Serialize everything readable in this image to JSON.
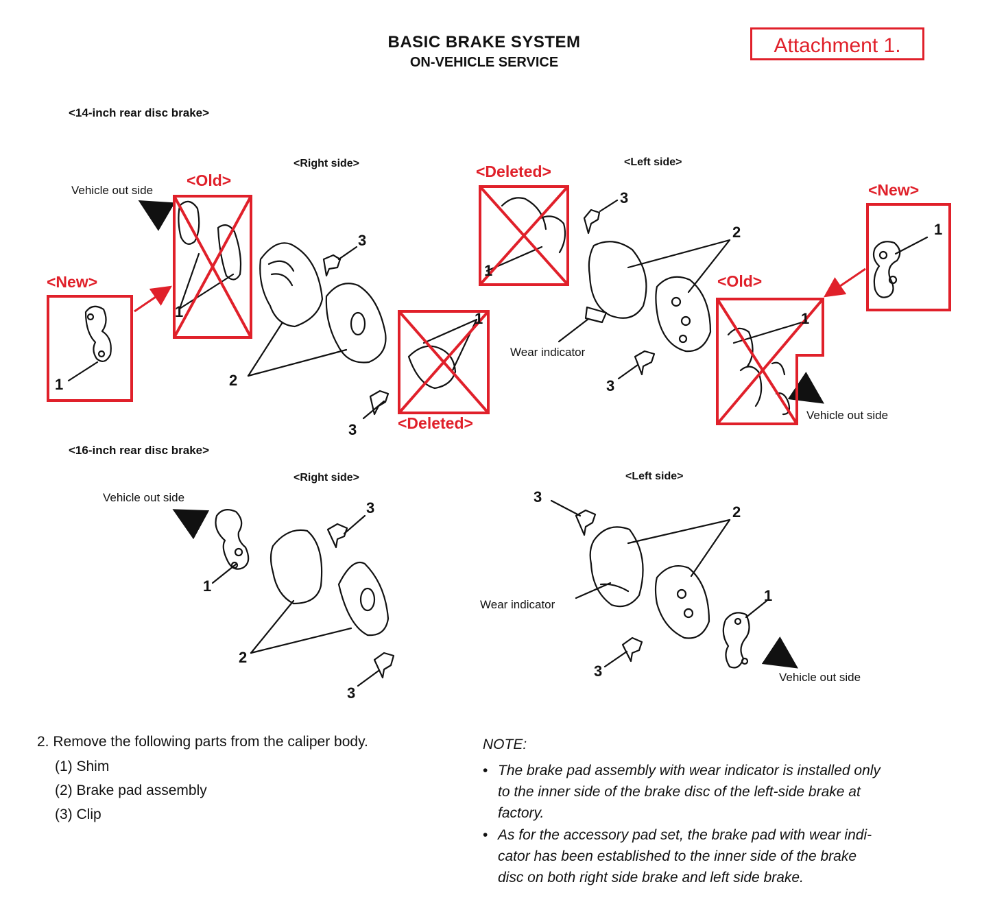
{
  "header": {
    "title": "BASIC BRAKE SYSTEM",
    "subtitle": "ON-VEHICLE SERVICE",
    "attachment": "Attachment 1."
  },
  "section14": {
    "heading": "<14-inch rear disc brake>",
    "right_side": "<Right side>",
    "left_side": "<Left side>",
    "vehicle_out_side_right": "Vehicle out side",
    "vehicle_out_side_left": "Vehicle out side",
    "wear_indicator": "Wear indicator",
    "markers": {
      "old_right": "<Old>",
      "new_right": "<New>",
      "deleted_right": "<Deleted>",
      "deleted_left": "<Deleted>",
      "old_left": "<Old>",
      "new_left": "<New>"
    }
  },
  "section16": {
    "heading": "<16-inch rear disc brake>",
    "right_side": "<Right side>",
    "left_side": "<Left side>",
    "vehicle_out_side_right": "Vehicle out side",
    "vehicle_out_side_left": "Vehicle out side",
    "wear_indicator": "Wear indicator"
  },
  "callouts": {
    "n1": "1",
    "n2": "2",
    "n3": "3"
  },
  "instructions": {
    "step": "2. Remove the following parts from the caliper body.",
    "items": [
      "(1) Shim",
      "(2) Brake pad assembly",
      "(3) Clip"
    ]
  },
  "note": {
    "heading": "NOTE:",
    "bullets": [
      [
        "The brake pad assembly with wear indicator is installed only",
        "to the inner side of the brake disc of the left-side brake at",
        "factory."
      ],
      [
        "As for the accessory pad set, the brake pad with wear indi-",
        "cator has been established to the inner side of the brake",
        "disc on both right side brake and left side brake."
      ]
    ]
  },
  "colors": {
    "markup_red": "#e0202a",
    "ink": "#111111"
  }
}
